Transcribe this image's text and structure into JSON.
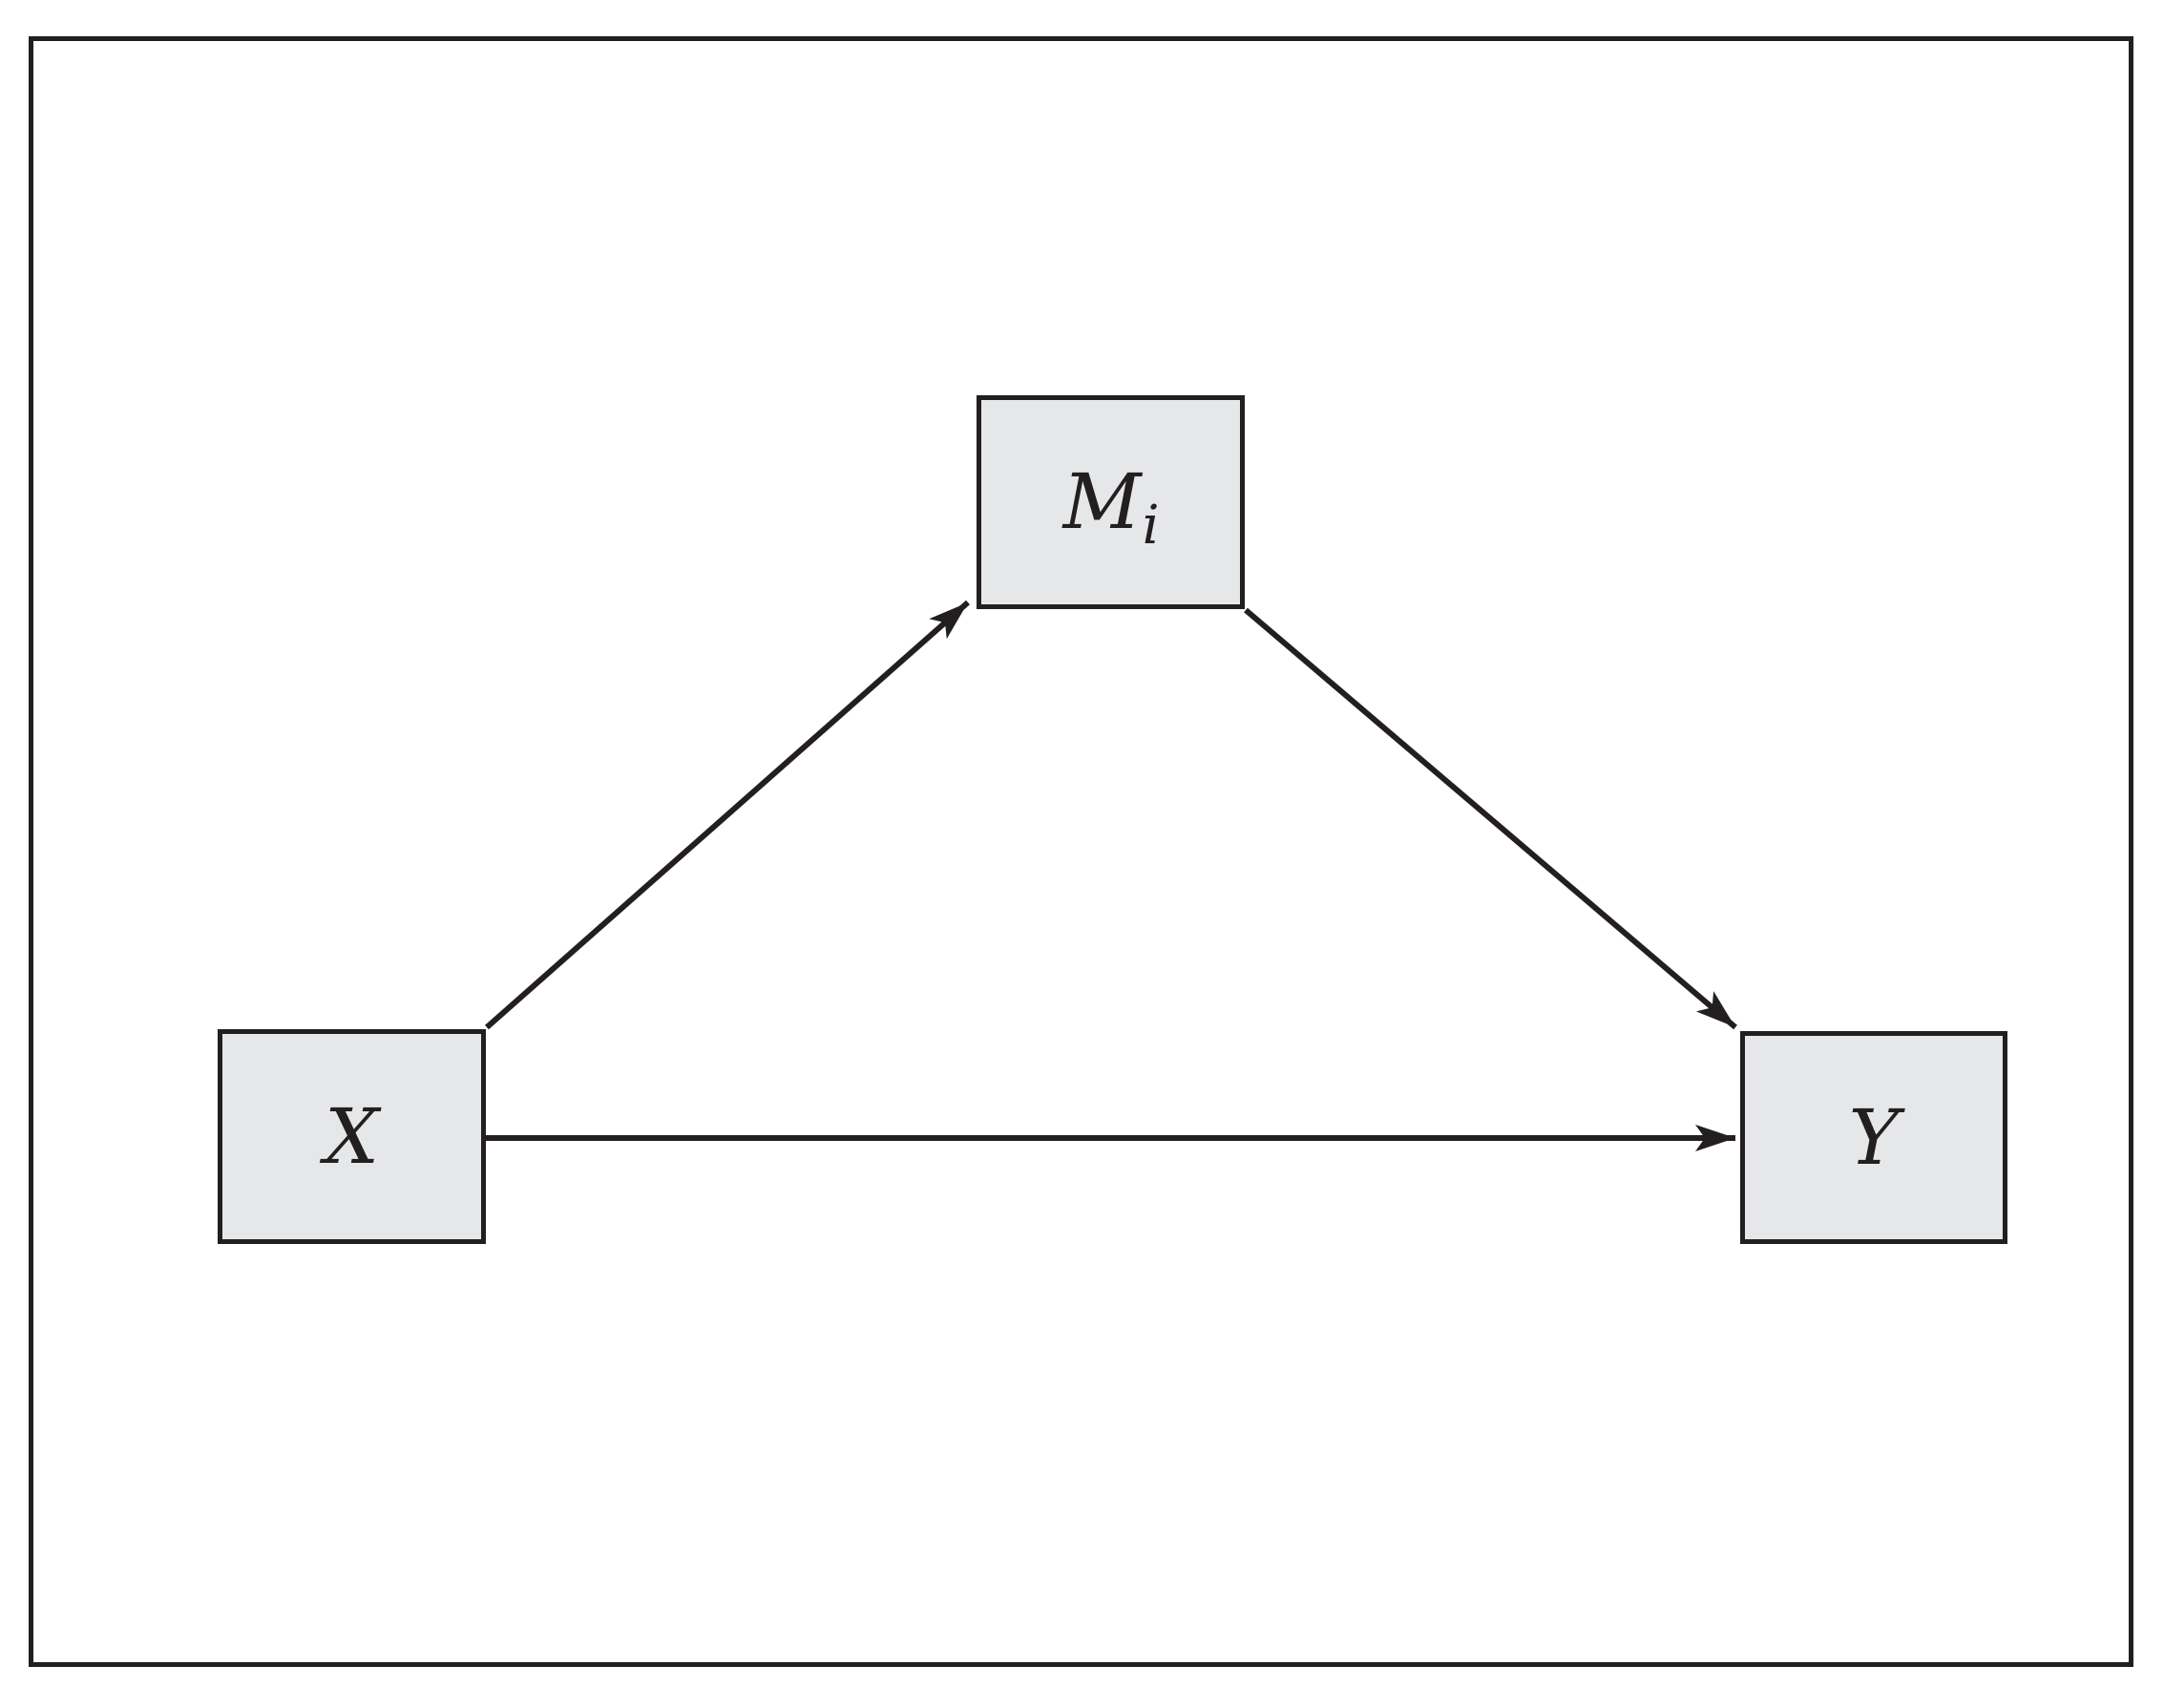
{
  "diagram": {
    "type": "path-model",
    "description": "Simple mediation model diagram",
    "nodes": {
      "x": {
        "label": "X",
        "role": "independent-variable"
      },
      "m": {
        "label_main": "M",
        "label_sub": "i",
        "role": "mediator"
      },
      "y": {
        "label": "Y",
        "role": "dependent-variable"
      }
    },
    "edges": [
      {
        "from": "X",
        "to": "Mi"
      },
      {
        "from": "Mi",
        "to": "Y"
      },
      {
        "from": "X",
        "to": "Y"
      }
    ],
    "colors": {
      "node_fill": "#e6e7e8",
      "stroke": "#231f20",
      "background": "#ffffff"
    }
  }
}
